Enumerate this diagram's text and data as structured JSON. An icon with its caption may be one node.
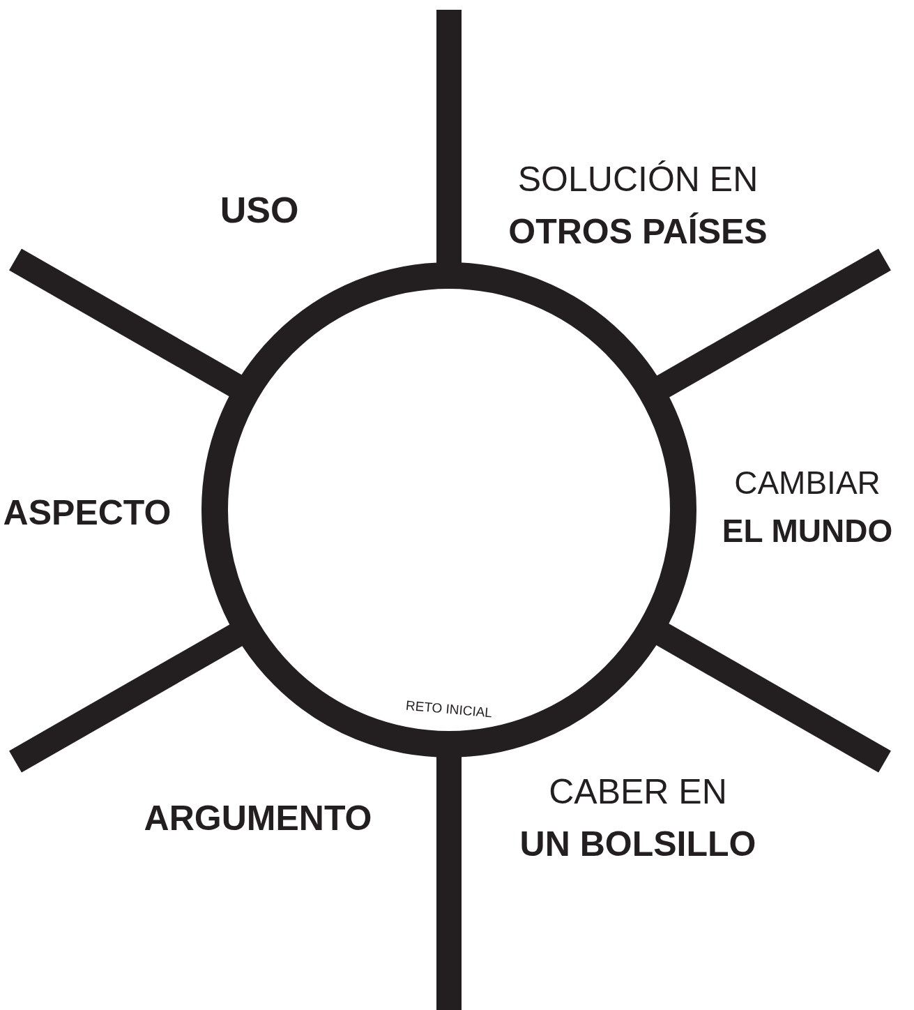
{
  "diagram": {
    "nodes": [
      {
        "text": [
          "RETO INICIAL"
        ]
      }
    ],
    "labels": [
      "USO",
      "SOLUCIÓN EN **OTROS PAÍSES**",
      "ASPECTO",
      "CAMBIAR **EL MUNDO**",
      "ARGUMENTO",
      "CABER EN **UN BOLSILLO**"
    ]
  }
}
